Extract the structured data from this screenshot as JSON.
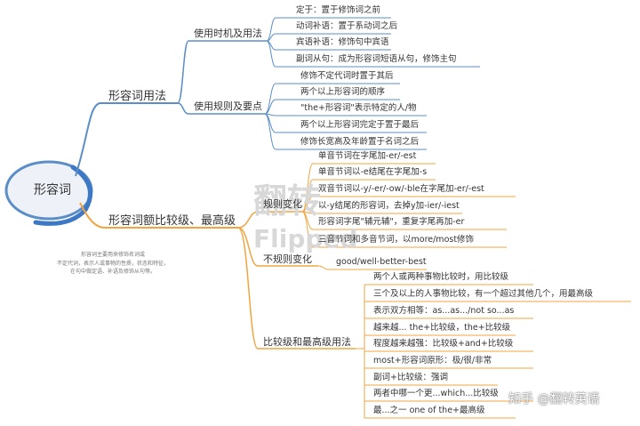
{
  "root": {
    "label": "形容词"
  },
  "note": {
    "lines": [
      "形容词主要用来修饰名词或",
      "不定代词，表示人或事物的性质，状态和特征，",
      "在句中做定语、补语及修饰从句等。"
    ]
  },
  "watermark": {
    "cn": "翻转",
    "en": "Flipped"
  },
  "brand": {
    "text": "知乎 @翻转英语"
  },
  "usage": {
    "label": "形容词用法",
    "timing": {
      "label": "使用时机及用法",
      "items": [
        "定于：置于修饰词之前",
        "动词补语：置于系动词之后",
        "宾语补语：修饰句中宾语",
        "副词从句：成为形容词短语从句，修饰主句"
      ]
    },
    "rules": {
      "label": "使用规则及要点",
      "items": [
        "修饰不定代词时置于其后",
        "两个以上形容词的顺序",
        "\"the+形容词\"表示特定的人/物",
        "两个以上形容词完定于置于最后",
        "修饰长宽高及年龄置于名词之后"
      ]
    }
  },
  "degree": {
    "label": "形容词额比较级、最高级",
    "regular": {
      "label": "规则变化",
      "items": [
        "单音节词在字尾加-er/-est",
        "单音节词以-e结尾在字尾加-s",
        "双音节词以-y/-er/-ow/-ble在字尾加-er/-est",
        "以-y结尾的形容词，去掉y加-ier/-iest",
        "形容词字尾\"辅元辅\"，重复字尾再加-er",
        "三音节词和多音节词，以more/most修饰"
      ]
    },
    "irregular": {
      "label": "不规则变化",
      "items": [
        "good/well-better-best"
      ]
    },
    "usage": {
      "label": "比较级和最高级用法",
      "items": [
        "两个人或两种事物比较时，用比较级",
        "三个及以上的人事物比较，有一个超过其他几个，用最高级",
        "表示双方相等：as...as.../not so...as",
        "越来越... the+比较级，the+比较级",
        "程度越来越强：比较级+and+比较级",
        "most+形容词原形：极/很/非常",
        "副词+比较级：强调",
        "两者中哪一个更...which...比较级",
        "最...之一 one of the+最高级"
      ]
    }
  },
  "colors": {
    "blue": "#5b8ec7",
    "orange": "#f0a541",
    "root_fill": "#e9eef6",
    "text": "#333333"
  }
}
